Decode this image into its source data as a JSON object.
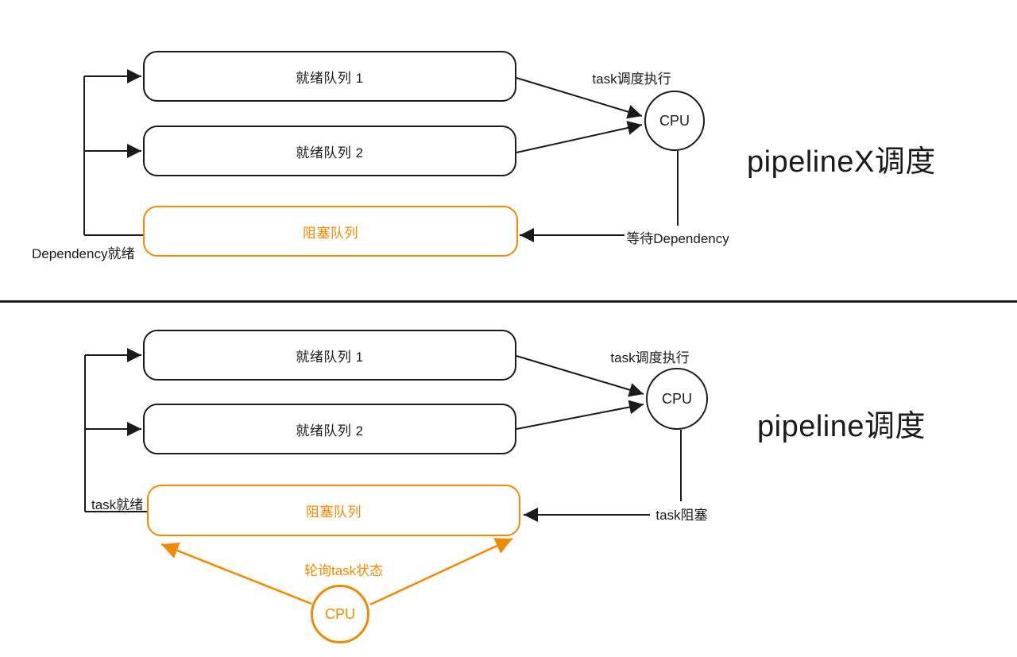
{
  "colors": {
    "orange": "#F08A00",
    "black": "#1A1A1A"
  },
  "top": {
    "title": "pipelineX调度",
    "queue1": "就绪队列 1",
    "queue2": "就绪队列 2",
    "blocked_queue": "阻塞队列",
    "cpu": "CPU",
    "schedule_label": "task调度执行",
    "wait_label": "等待Dependency",
    "ready_label": "Dependency就绪"
  },
  "bottom": {
    "title": "pipeline调度",
    "queue1": "就绪队列 1",
    "queue2": "就绪队列 2",
    "blocked_queue": "阻塞队列",
    "cpu": "CPU",
    "poll_cpu": "CPU",
    "schedule_label": "task调度执行",
    "blocked_label": "task阻塞",
    "ready_label": "task就绪",
    "poll_label": "轮询task状态"
  }
}
